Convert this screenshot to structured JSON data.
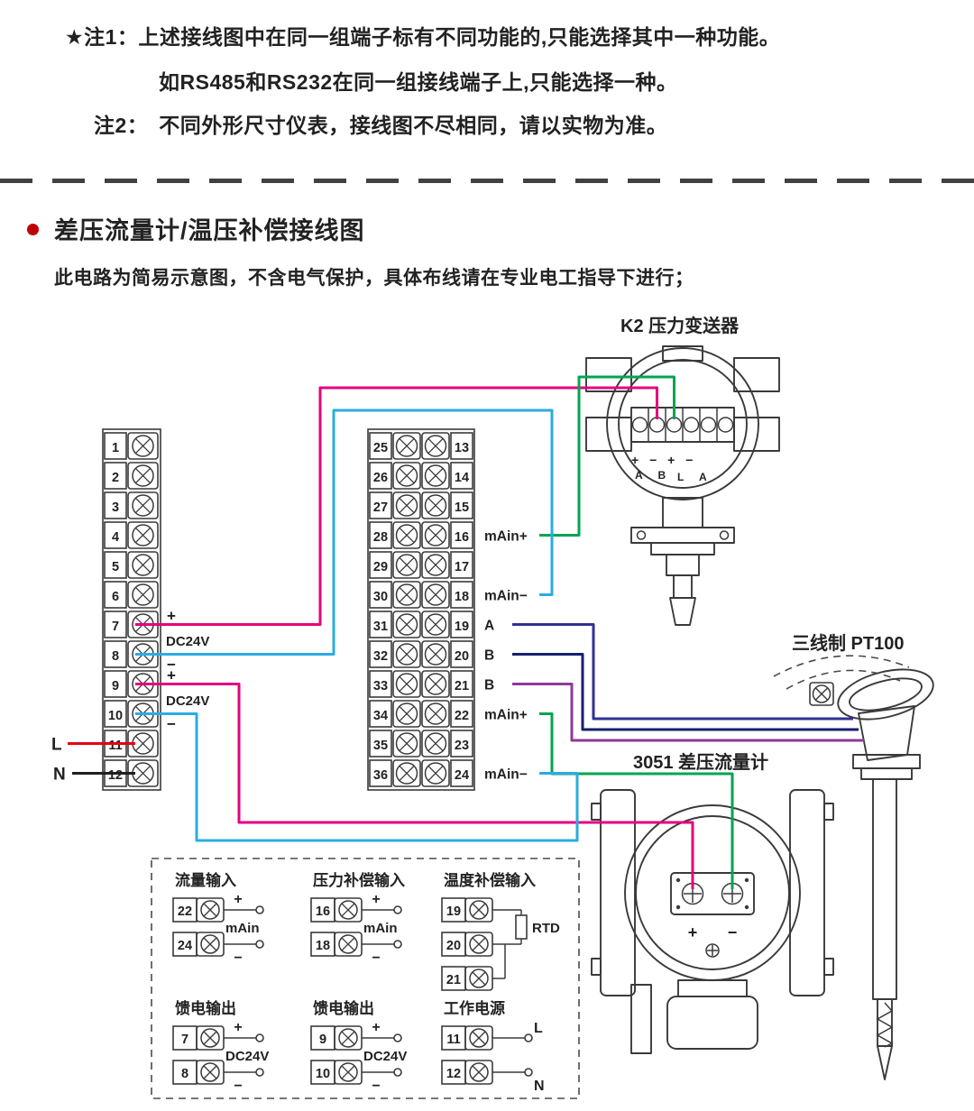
{
  "notes": {
    "note1_label": "★注1：",
    "note1_line1": "上述接线图中在同一组端子标有不同功能的,只能选择其中一种功能。",
    "note1_line2": "如RS485和RS232在同一组接线端子上,只能选择一种。",
    "note2_label": "注2：",
    "note2_text": "不同外形尺寸仪表，接线图不尽相同，请以实物为准。"
  },
  "section": {
    "title": "差压流量计/温压补偿接线图",
    "subtitle": "此电路为简易示意图，不含电气保护，具体布线请在专业电工指导下进行；"
  },
  "colors": {
    "bullet": "#c00000",
    "ink": "#3a3a3a",
    "text": "#222222"
  },
  "wire_colors": {
    "magenta": "#e4007f",
    "cyan": "#2aace2",
    "green": "#00a551",
    "navy": "#2e3192",
    "darknavy": "#151f6d",
    "purple": "#8e3a95",
    "red": "#e60012",
    "black": "#221e1f"
  },
  "left_block": {
    "terminals": [
      "1",
      "2",
      "3",
      "4",
      "5",
      "6",
      "7",
      "8",
      "9",
      "10",
      "11",
      "12"
    ],
    "dc_groups": [
      {
        "plus_row": 7,
        "minus_row": 8,
        "plus": "+",
        "minus": "−",
        "label": "DC24V"
      },
      {
        "plus_row": 9,
        "minus_row": 10,
        "plus": "+",
        "minus": "−",
        "label": "DC24V"
      }
    ],
    "line_label": "L",
    "neutral_label": "N"
  },
  "middle_block": {
    "left_terminals": [
      "25",
      "26",
      "27",
      "28",
      "29",
      "30",
      "31",
      "32",
      "33",
      "34",
      "35",
      "36"
    ],
    "right_terminals": [
      "13",
      "14",
      "15",
      "16",
      "17",
      "18",
      "19",
      "20",
      "21",
      "22",
      "23",
      "24"
    ],
    "right_annotations": [
      {
        "row": 4,
        "text": "mAin+"
      },
      {
        "row": 6,
        "text": "mAin−"
      },
      {
        "row": 7,
        "text": "A"
      },
      {
        "row": 8,
        "text": "B"
      },
      {
        "row": 9,
        "text": "B"
      },
      {
        "row": 10,
        "text": "mAin+"
      },
      {
        "row": 12,
        "text": "mAin−"
      }
    ]
  },
  "devices": {
    "transmitter": {
      "label": "K2 压力变送器",
      "strip_row1": "+ − + −",
      "strip_row2": "A B",
      "strip_row3": "L A"
    },
    "pt100": {
      "label": "三线制 PT100"
    },
    "flowmeter": {
      "label": "3051 差压流量计",
      "plus": "+",
      "minus": "−"
    }
  },
  "mini_diagrams": [
    {
      "title": "流量输入",
      "type": "loop",
      "rows": [
        {
          "num": "22",
          "sign": "+"
        },
        {
          "num": "24",
          "sign": "−"
        }
      ],
      "center": "mAin"
    },
    {
      "title": "压力补偿输入",
      "type": "loop",
      "rows": [
        {
          "num": "16",
          "sign": "+"
        },
        {
          "num": "18",
          "sign": "−"
        }
      ],
      "center": "mAin"
    },
    {
      "title": "温度补偿输入",
      "type": "rtd",
      "rows": [
        {
          "num": "19"
        },
        {
          "num": "20"
        },
        {
          "num": "21"
        }
      ],
      "center": "RTD"
    },
    {
      "title": "馈电输出",
      "type": "loop",
      "rows": [
        {
          "num": "7",
          "sign": "+"
        },
        {
          "num": "8",
          "sign": "−"
        }
      ],
      "center": "DC24V"
    },
    {
      "title": "馈电输出",
      "type": "loop",
      "rows": [
        {
          "num": "9",
          "sign": "+"
        },
        {
          "num": "10",
          "sign": "−"
        }
      ],
      "center": "DC24V"
    },
    {
      "title": "工作电源",
      "type": "power",
      "rows": [
        {
          "num": "11",
          "sign": "L"
        },
        {
          "num": "12",
          "sign": "N"
        }
      ],
      "center": ""
    }
  ]
}
